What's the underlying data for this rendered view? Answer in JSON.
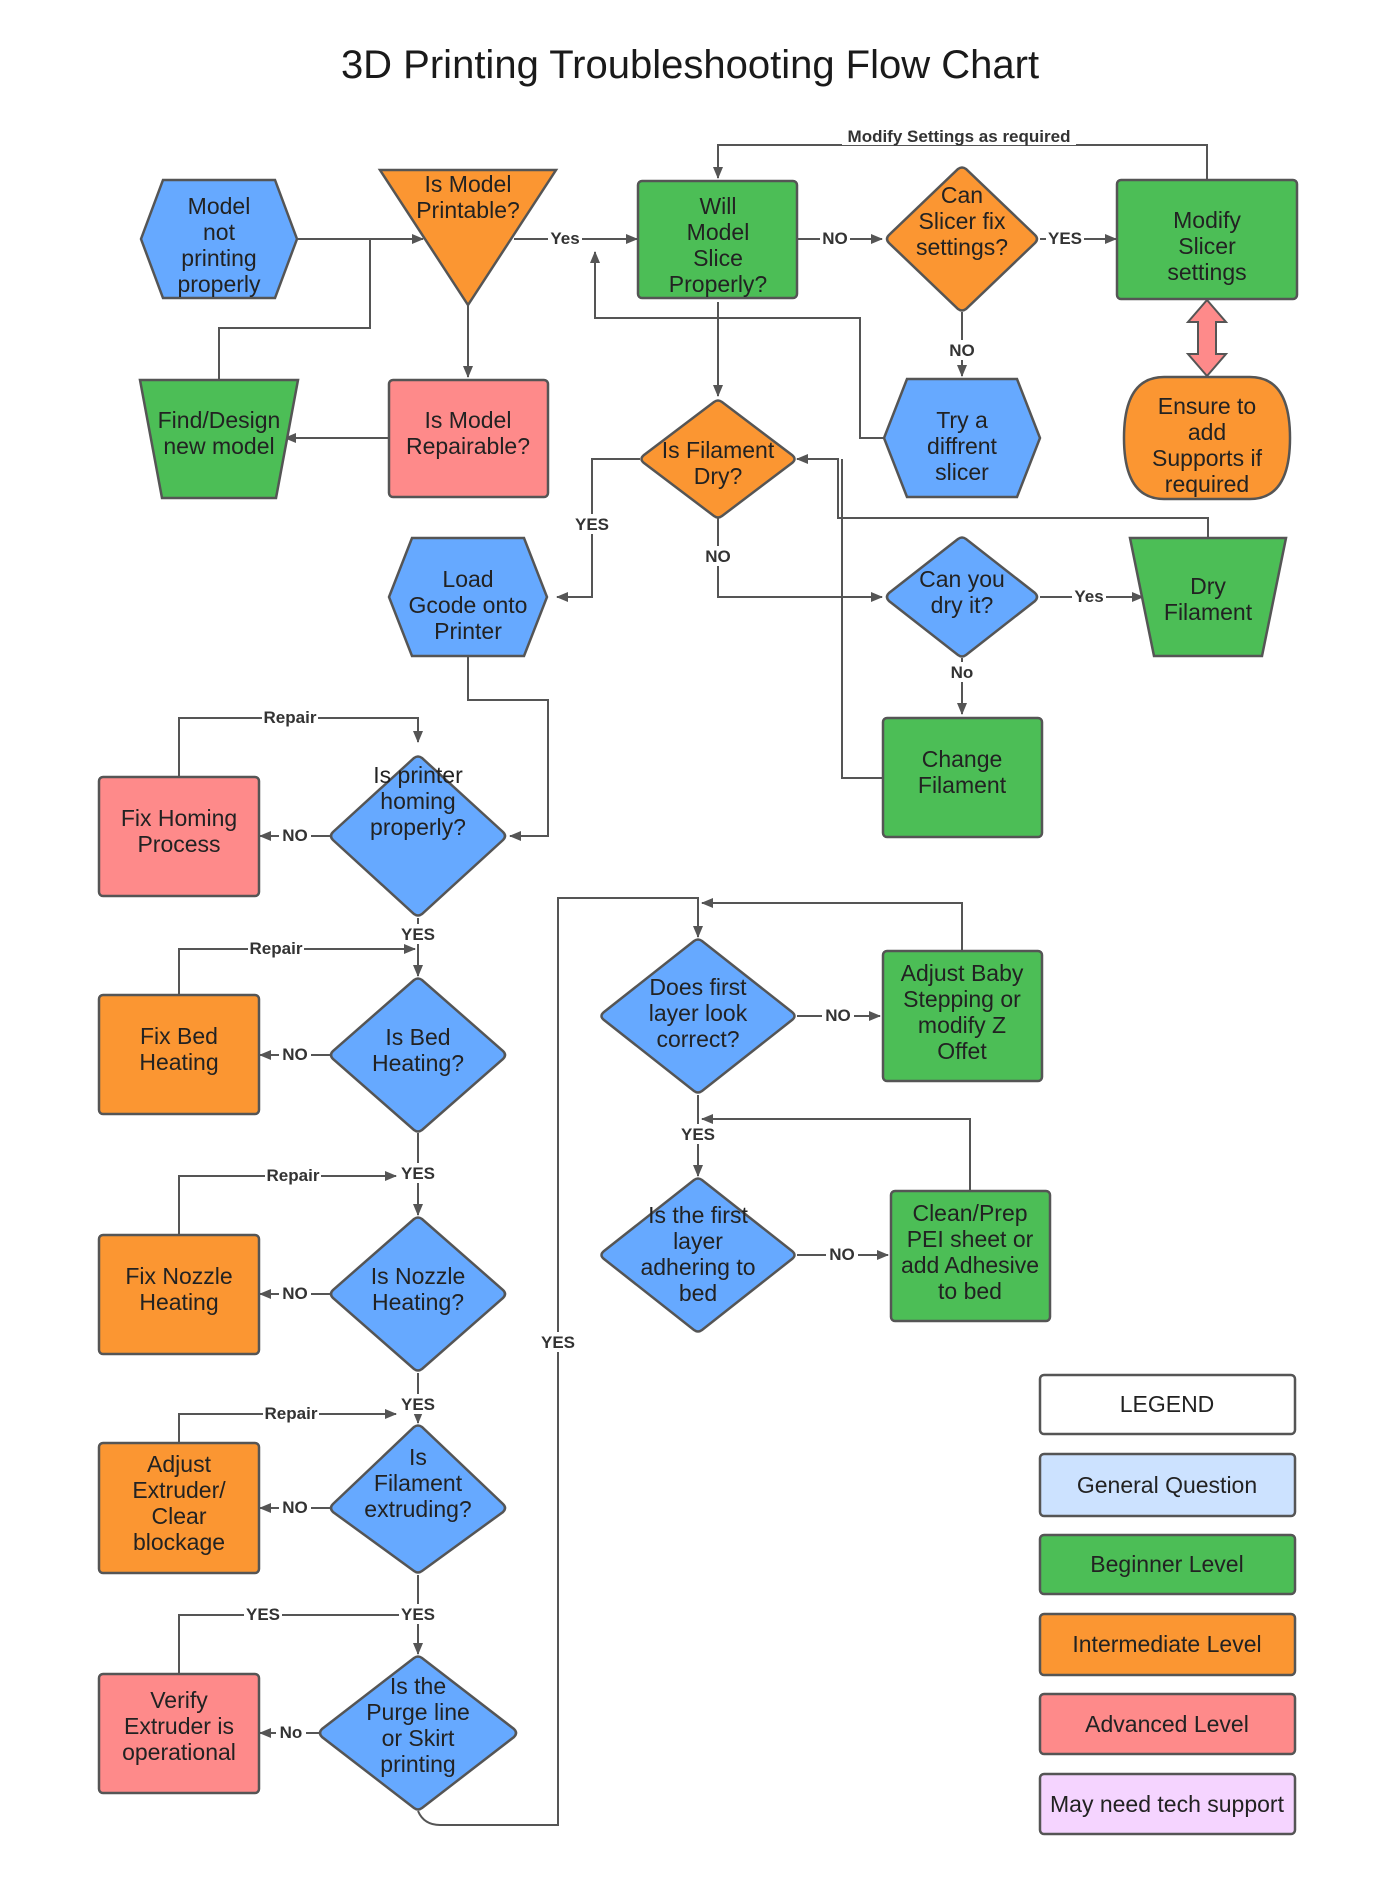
{
  "title": "3D Printing Troubleshooting Flow Chart",
  "colors": {
    "general": "#66a9ff",
    "beginner": "#4cbe56",
    "intermediate": "#fb9632",
    "advanced": "#fe8a8a",
    "legend_general": "#cce2ff",
    "legend_tech": "#f5d4ff",
    "border": "#555555"
  },
  "nodes": {
    "not_printing": "Model not printing properly",
    "printable": "Is Model Printable?",
    "slice": "Will Model Slice Properly?",
    "slicer_fix": "Can Slicer fix settings?",
    "modify_slicer": "Modify Slicer settings",
    "supports": "Ensure to add Supports if required",
    "find_design": "Find/Design new model",
    "repairable": "Is Model Repairable?",
    "diff_slicer": "Try a diffrent slicer",
    "filament_dry": "Is Filament Dry?",
    "load_gcode": "Load Gcode onto Printer",
    "can_dry": "Can you dry it?",
    "dry_filament": "Dry Filament",
    "change_filament": "Change Filament",
    "homing": "Is printer homing properly?",
    "fix_homing": "Fix Homing Process",
    "bed_heating": "Is Bed Heating?",
    "fix_bed": "Fix Bed Heating",
    "nozzle_heating": "Is Nozzle Heating?",
    "fix_nozzle": "Fix Nozzle Heating",
    "extruding": "Is Filament extruding?",
    "adjust_extruder": "Adjust Extruder/ Clear blockage",
    "purge": "Is the Purge line or Skirt printing",
    "verify_extruder": "Verify Extruder is operational",
    "first_layer": "Does first layer look correct?",
    "baby_step": "Adjust Baby Stepping or modify Z Offet",
    "adhering": "Is the first layer adhering to bed",
    "clean_pei": "Clean/Prep PEI sheet or add Adhesive to bed"
  },
  "edge_labels": {
    "modify_settings": "Modify Settings as required",
    "printable_yes": "Yes",
    "slice_no": "NO",
    "slicer_fix_yes": "YES",
    "slicer_fix_no": "NO",
    "filament_yes": "YES",
    "filament_no": "NO",
    "can_dry_yes": "Yes",
    "can_dry_no": "No",
    "homing_repair": "Repair",
    "homing_no": "NO",
    "homing_yes": "YES",
    "bed_repair": "Repair",
    "bed_no": "NO",
    "bed_yes": "YES",
    "nozzle_repair": "Repair",
    "nozzle_no": "NO",
    "nozzle_yes": "YES",
    "extrude_repair": "Repair",
    "extrude_no": "NO",
    "extrude_yes": "YES",
    "verify_yes": "YES",
    "purge_no": "No",
    "purge_yes": "YES",
    "first_layer_no": "NO",
    "first_layer_yes": "YES",
    "adhering_no": "NO"
  },
  "legend": {
    "title": "LEGEND",
    "general": "General Question",
    "beginner": "Beginner Level",
    "intermediate": "Intermediate Level",
    "advanced": "Advanced Level",
    "tech": "May need tech support"
  }
}
